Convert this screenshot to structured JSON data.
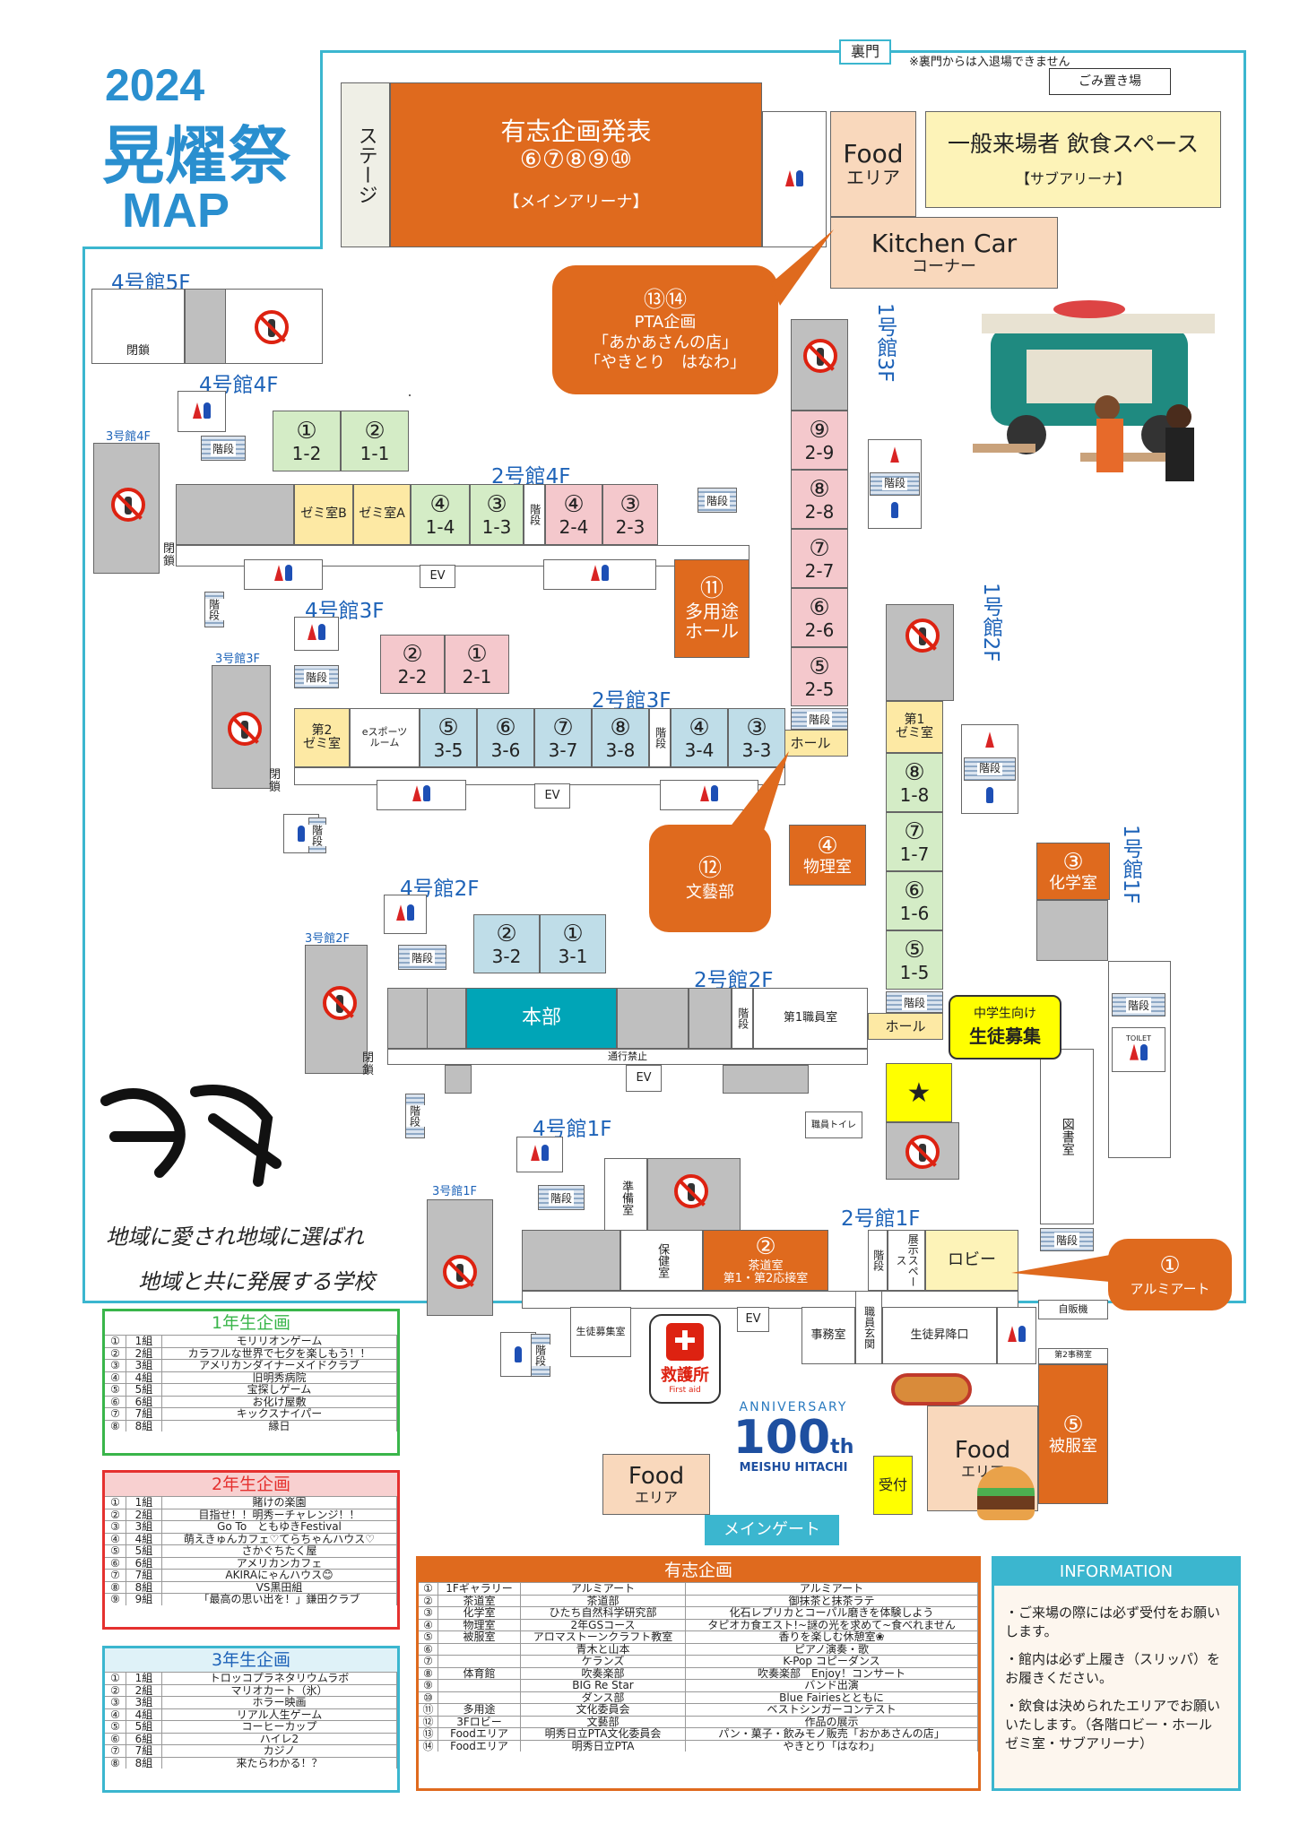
{
  "header": {
    "year": "2024",
    "title": "晃燿祭",
    "map": "MAP"
  },
  "gate": {
    "back": "裏門",
    "back_note": "※裏門からは入退場できません",
    "trash": "ごみ置き場",
    "main": "メインゲート"
  },
  "arena": {
    "stage": "ステージ",
    "title": "有志企画発表",
    "nums": "⑥⑦⑧⑨⑩",
    "sub": "【メインアリーナ】"
  },
  "food_area": {
    "top": "Food",
    "sub": "エリア",
    "kitchen": "Kitchen Car",
    "kitchen_sub": "コーナー"
  },
  "sub_arena": {
    "title": "一般来場者 飲食スペース",
    "sub": "【サブアリーナ】"
  },
  "pta": {
    "nums": "⑬⑭",
    "title": "PTA企画",
    "l1": "「あかあさんの店」",
    "l2": "「やきとり　はなわ」"
  },
  "labels": {
    "b4f5": "4号館5F",
    "b4f4": "4号館4F",
    "b2f4": "2号館4F",
    "b4f3": "4号館3F",
    "b2f3": "2号館3F",
    "b4f2": "4号館2F",
    "b2f2": "2号館2F",
    "b4f1": "4号館1F",
    "b2f1": "2号館1F",
    "b3f4": "3号館4F",
    "b3f3": "3号館3F",
    "b3f2": "3号館2F",
    "b3f1": "3号館1F",
    "b1f3": "1号館3F",
    "b1f2": "1号館2F",
    "b1f1": "1号館1F"
  },
  "common": {
    "closed": "閉鎖",
    "stairs": "階段",
    "ev": "EV",
    "toilet": "TOILET",
    "hall": "ホール",
    "no_pass": "通行禁止"
  },
  "rooms": {
    "f4_4": [
      {
        "n": "①",
        "c": "1-2"
      },
      {
        "n": "②",
        "c": "1-1"
      }
    ],
    "f2_4": [
      {
        "n": "",
        "c": "ゼミ室B"
      },
      {
        "n": "",
        "c": "ゼミ室A"
      },
      {
        "n": "④",
        "c": "1-4"
      },
      {
        "n": "③",
        "c": "1-3"
      },
      {
        "n": "④",
        "c": "2-4"
      },
      {
        "n": "③",
        "c": "2-3"
      }
    ],
    "f4_3": [
      {
        "n": "②",
        "c": "2-2"
      },
      {
        "n": "①",
        "c": "2-1"
      }
    ],
    "f2_3": [
      {
        "n": "",
        "c": "第2\nゼミ室"
      },
      {
        "n": "",
        "c": "eスポーツ\nルーム"
      },
      {
        "n": "⑤",
        "c": "3-5"
      },
      {
        "n": "⑥",
        "c": "3-6"
      },
      {
        "n": "⑦",
        "c": "3-7"
      },
      {
        "n": "⑧",
        "c": "3-8"
      },
      {
        "n": "④",
        "c": "3-4"
      },
      {
        "n": "③",
        "c": "3-3"
      }
    ],
    "f1_3": [
      {
        "n": "⑨",
        "c": "2-9"
      },
      {
        "n": "⑧",
        "c": "2-8"
      },
      {
        "n": "⑦",
        "c": "2-7"
      },
      {
        "n": "⑥",
        "c": "2-6"
      },
      {
        "n": "⑤",
        "c": "2-5"
      }
    ],
    "f1_2": [
      {
        "n": "⑧",
        "c": "1-8"
      },
      {
        "n": "⑦",
        "c": "1-7"
      },
      {
        "n": "⑥",
        "c": "1-6"
      },
      {
        "n": "⑤",
        "c": "1-5"
      }
    ],
    "f4_2": [
      {
        "n": "②",
        "c": "3-2"
      },
      {
        "n": "①",
        "c": "3-1"
      }
    ],
    "multi": {
      "n": "⑪",
      "c": "多用途\nホール"
    },
    "physics": {
      "n": "④",
      "c": "物理室"
    },
    "chem": {
      "n": "③",
      "c": "化学室"
    },
    "honbu": "本部",
    "staff1": "第1職員室",
    "semi1": "第1\nゼミ室",
    "prep": "準備室",
    "health": "保健室",
    "tea": {
      "n": "②",
      "c": "茶道室",
      "d": "第1・第2応接室"
    },
    "display": "展示スペース",
    "lobby": "ロビー",
    "office": "事務室",
    "staff_door": "職員玄関",
    "student_door": "生徒昇降口",
    "recruit_room": "生徒募集室",
    "library": "図書室",
    "vending": "自販機",
    "staff2": "第2事務室",
    "clothes": {
      "n": "⑤",
      "c": "被服室"
    },
    "staff_toilet": "職員トイレ",
    "uketsuke": "受付",
    "food2": "Food",
    "food2_sub": "エリア"
  },
  "bubbles": {
    "b12": {
      "n": "⑫",
      "c": "文藝部"
    },
    "b1": {
      "n": "①",
      "c": "アルミアート"
    },
    "b11": ""
  },
  "recruit": {
    "l1": "中学生向け",
    "l2": "生徒募集"
  },
  "first_aid": {
    "jp": "救護所",
    "en": "First aid"
  },
  "anniversary": {
    "top": "ANNIVERSARY",
    "num": "100",
    "th": "th",
    "name": "MEISHU HITACHI"
  },
  "slogan": {
    "l1": "地域に愛され地域に選ばれ",
    "l2": "地域と共に発展する学校",
    "brush": "共創"
  },
  "grade1": {
    "title": "1年生企画",
    "rows": [
      [
        "①",
        "1組",
        "モリリオンゲーム"
      ],
      [
        "②",
        "2組",
        "カラフルな世界で七夕を楽しもう！！"
      ],
      [
        "③",
        "3組",
        "アメリカンダイナーメイドクラブ"
      ],
      [
        "④",
        "4組",
        "旧明秀病院"
      ],
      [
        "⑤",
        "5組",
        "宝探しゲーム"
      ],
      [
        "⑥",
        "6組",
        "お化け屋敷"
      ],
      [
        "⑦",
        "7組",
        "キックスナイパー"
      ],
      [
        "⑧",
        "8組",
        "縁日"
      ]
    ]
  },
  "grade2": {
    "title": "2年生企画",
    "rows": [
      [
        "①",
        "1組",
        "賭けの楽園"
      ],
      [
        "②",
        "2組",
        "目指せ！！明秀ーチャレンジ！！"
      ],
      [
        "③",
        "3組",
        "Go To　ともゆきFestival"
      ],
      [
        "④",
        "4組",
        "萌えきゅんカフェ♡てらちゃんハウス♡"
      ],
      [
        "⑤",
        "5組",
        "さかぐちたく屋"
      ],
      [
        "⑥",
        "6組",
        "アメリカンカフェ"
      ],
      [
        "⑦",
        "7組",
        "AKIRAにゃんハウス😊"
      ],
      [
        "⑧",
        "8組",
        "VS黒田組"
      ],
      [
        "⑨",
        "9組",
        "「最高の思い出を！」鎌田クラブ"
      ]
    ]
  },
  "grade3": {
    "title": "3年生企画",
    "rows": [
      [
        "①",
        "1組",
        "トロッコプラネタリウムラボ"
      ],
      [
        "②",
        "2組",
        "マリオカート（氷）"
      ],
      [
        "③",
        "3組",
        "ホラー映画"
      ],
      [
        "④",
        "4組",
        "リアル人生ゲーム"
      ],
      [
        "⑤",
        "5組",
        "コーヒーカップ"
      ],
      [
        "⑥",
        "6組",
        "ハイレ2"
      ],
      [
        "⑦",
        "7組",
        "カジノ"
      ],
      [
        "⑧",
        "8組",
        "来たらわかる！？"
      ]
    ]
  },
  "volunteer": {
    "title": "有志企画",
    "rows": [
      [
        "①",
        "1Fギャラリー",
        "アルミアート",
        "アルミアート"
      ],
      [
        "②",
        "茶道室",
        "茶道部",
        "御抹茶と抹茶ラテ"
      ],
      [
        "③",
        "化学室",
        "ひたち自然科学研究部",
        "化石レプリカとコーパル磨きを体験しよう"
      ],
      [
        "④",
        "物理室",
        "2年GSコース",
        "タピオカ食エスト!~謎の光を求めて~食べれません"
      ],
      [
        "⑤",
        "被服室",
        "アロマストーンクラフト教室",
        "香りを楽しむ休憩室❀"
      ],
      [
        "⑥",
        "",
        "青木と山本",
        "ピアノ演奏・歌"
      ],
      [
        "⑦",
        "",
        "ケランズ",
        "K-Pop コピーダンス"
      ],
      [
        "⑧",
        "体育館",
        "吹奏楽部",
        "吹奏楽部　Enjoy！コンサート"
      ],
      [
        "⑨",
        "",
        "BIG Re Star",
        "バンド出演"
      ],
      [
        "⑩",
        "",
        "ダンス部",
        "Blue Fairiesとともに"
      ],
      [
        "⑪",
        "多用途",
        "文化委員会",
        "ベストシンガーコンテスト"
      ],
      [
        "⑫",
        "3Fロビー",
        "文藝部",
        "作品の展示"
      ],
      [
        "⑬",
        "Foodエリア",
        "明秀日立PTA文化委員会",
        "パン・菓子・飲みモノ販売「おかあさんの店」"
      ],
      [
        "⑭",
        "Foodエリア",
        "明秀日立PTA",
        "やきとり「はなわ」"
      ]
    ]
  },
  "info": {
    "title": "INFORMATION",
    "items": [
      "・ご来場の際には必ず受付をお願いします。",
      "・館内は必ず上履き（スリッパ）をお履きください。",
      "・飲食は決められたエリアでお願いいたします。（各階ロビー・ホール　ゼミ室・サブアリーナ）"
    ]
  },
  "colors": {
    "frame": "#3bb6cf",
    "orange": "#df6a1e",
    "title_blue": "#2a8fcf"
  }
}
